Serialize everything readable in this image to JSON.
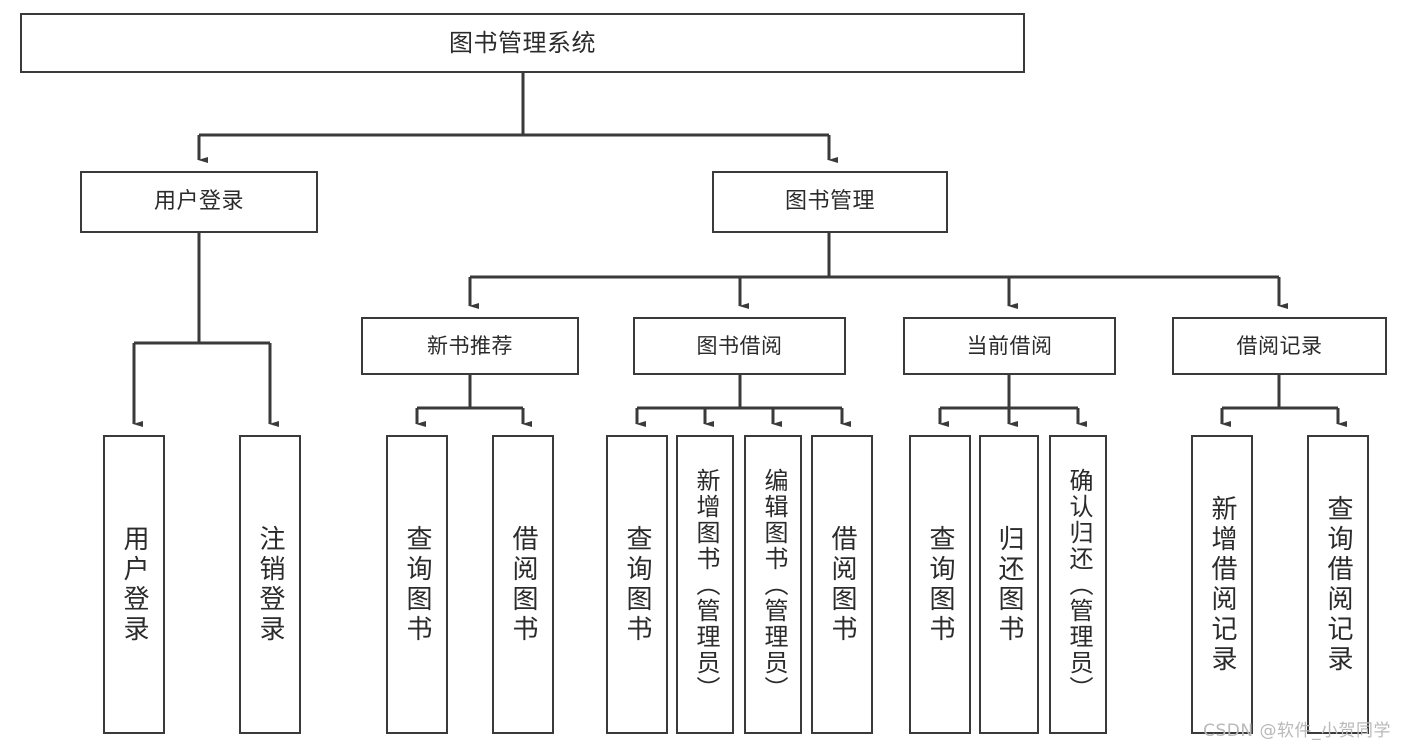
{
  "diagram": {
    "title": "图书管理系统",
    "type": "hierarchical-tree",
    "root": {
      "label": "图书管理系统"
    },
    "level2": [
      {
        "id": "user-login",
        "label": "用户登录"
      },
      {
        "id": "book-manage",
        "label": "图书管理"
      }
    ],
    "level3": [
      {
        "id": "new-book-recommend",
        "label": "新书推荐"
      },
      {
        "id": "book-borrow",
        "label": "图书借阅"
      },
      {
        "id": "current-borrow",
        "label": "当前借阅"
      },
      {
        "id": "borrow-record",
        "label": "借阅记录"
      }
    ],
    "leaves": {
      "user_login": [
        {
          "id": "leaf-user-login",
          "label": "用户登录"
        },
        {
          "id": "leaf-logout-login",
          "label": "注销登录"
        }
      ],
      "new_book_recommend": [
        {
          "id": "leaf-query-book-1",
          "label": "查询图书"
        },
        {
          "id": "leaf-borrow-book-1",
          "label": "借阅图书"
        }
      ],
      "book_borrow": [
        {
          "id": "leaf-query-book-2",
          "label": "查询图书"
        },
        {
          "id": "leaf-add-book",
          "label": "新增图书（管理员）"
        },
        {
          "id": "leaf-edit-book",
          "label": "编辑图书（管理员）"
        },
        {
          "id": "leaf-borrow-book-2",
          "label": "借阅图书"
        }
      ],
      "current_borrow": [
        {
          "id": "leaf-query-book-3",
          "label": "查询图书"
        },
        {
          "id": "leaf-return-book",
          "label": "归还图书"
        },
        {
          "id": "leaf-confirm-return",
          "label": "确认归还（管理员）"
        }
      ],
      "borrow_record": [
        {
          "id": "leaf-add-record",
          "label": "新增借阅记录"
        },
        {
          "id": "leaf-query-record",
          "label": "查询借阅记录"
        }
      ]
    }
  },
  "watermark": {
    "text": "CSDN @软件_小贺同学"
  },
  "colors": {
    "box_border": "#3a3a3a",
    "box_fill": "#ffffff",
    "text": "#2b2b2b",
    "connector": "#3a3a3a",
    "watermark": "#b9b9b9",
    "background": "#ffffff"
  }
}
